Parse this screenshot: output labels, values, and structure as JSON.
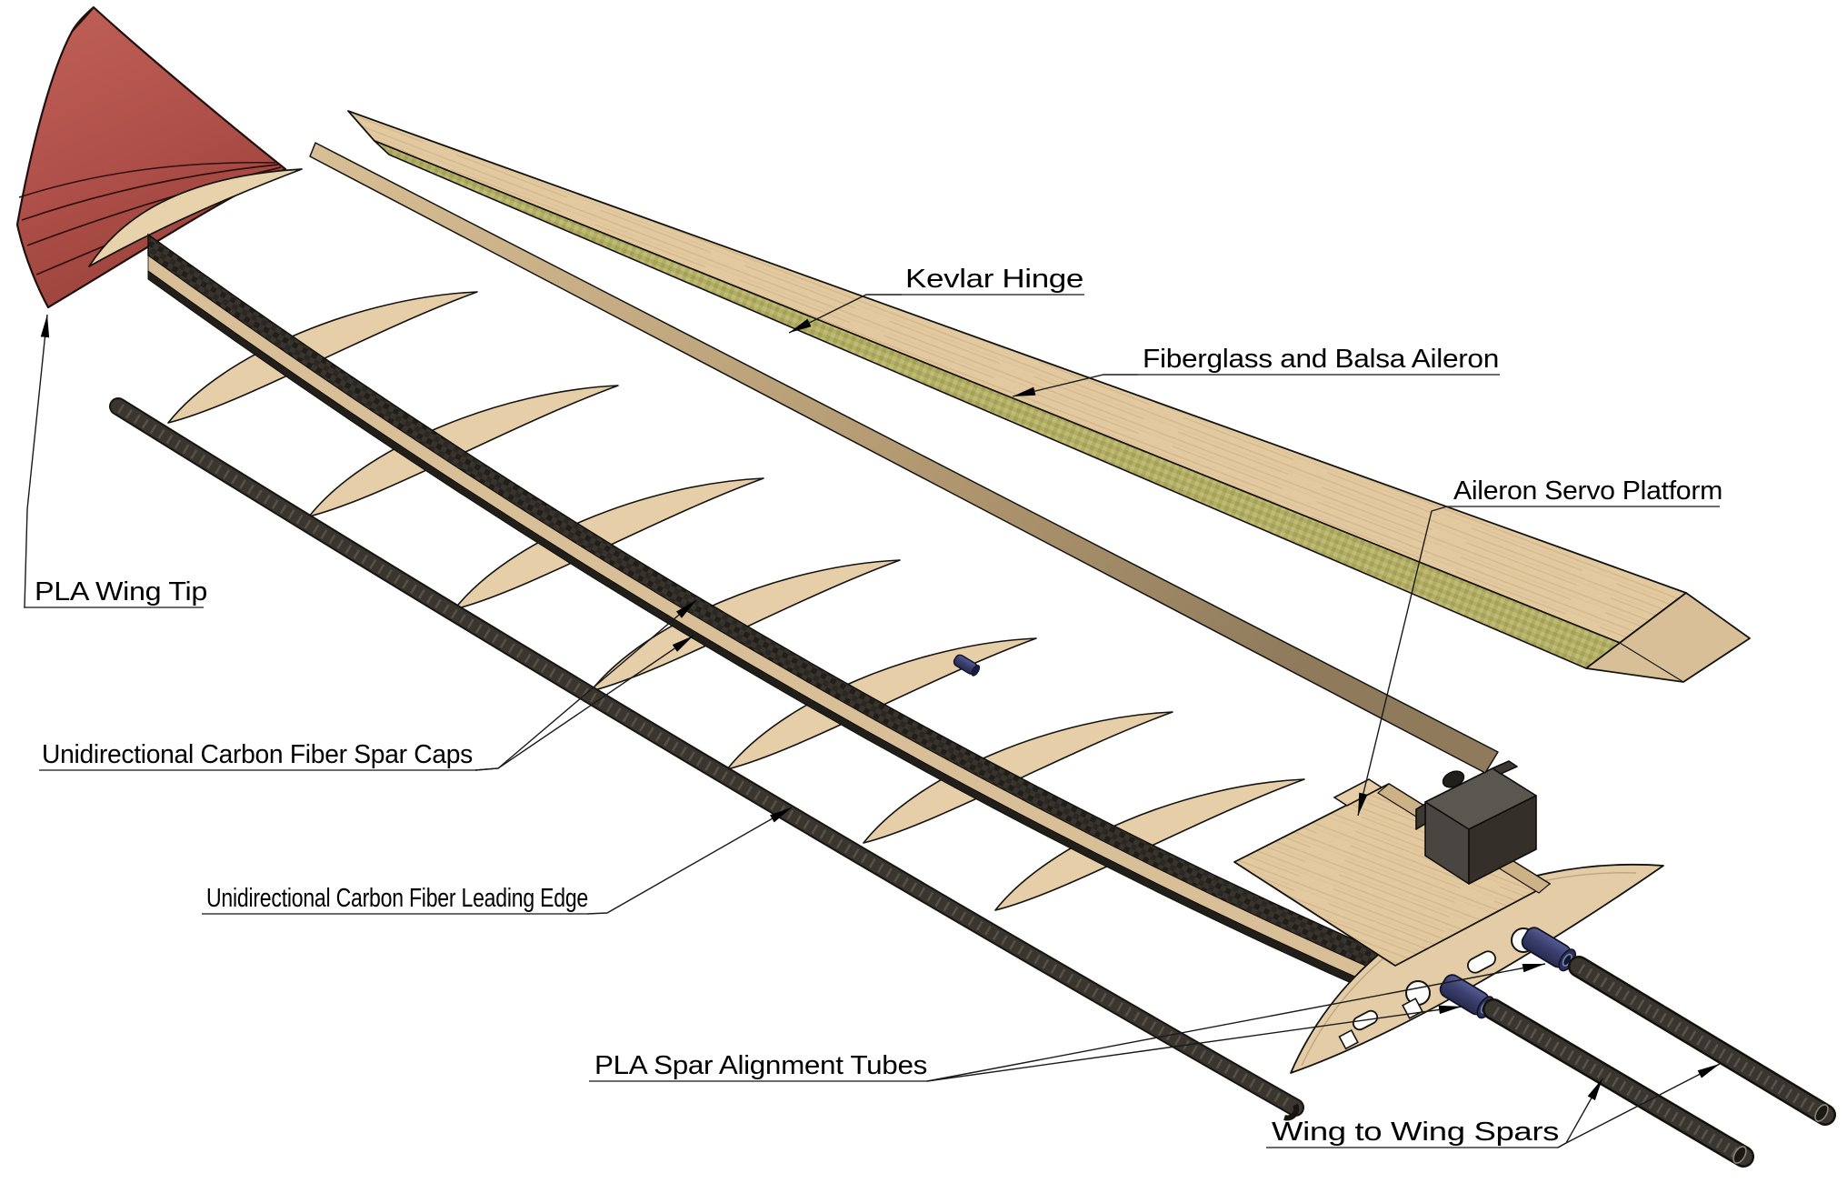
{
  "diagram": {
    "type": "exploded-assembly-drawing",
    "subject": "model aircraft wing assembly",
    "labels": {
      "kevlar_hinge": "Kevlar Hinge",
      "fiberglass_balsa_aileron": "Fiberglass and Balsa Aileron",
      "aileron_servo_platform": "Aileron Servo Platform",
      "pla_wing_tip": "PLA Wing Tip",
      "spar_caps": "Unidirectional Carbon Fiber Spar Caps",
      "leading_edge": "Unidirectional Carbon Fiber Leading Edge",
      "spar_alignment_tubes": "PLA Spar Alignment Tubes",
      "wing_to_wing_spars": "Wing to Wing Spars"
    },
    "colors": {
      "background": "#ffffff",
      "wing_tip_red": "#b5524b",
      "balsa_wood": "#e2c9a0",
      "kevlar_green": "#b3ae66",
      "carbon_fiber": "#2c2924",
      "pla_tube_blue": "#3b4070",
      "servo_gray": "#4a4741",
      "label_text": "#000000"
    }
  }
}
